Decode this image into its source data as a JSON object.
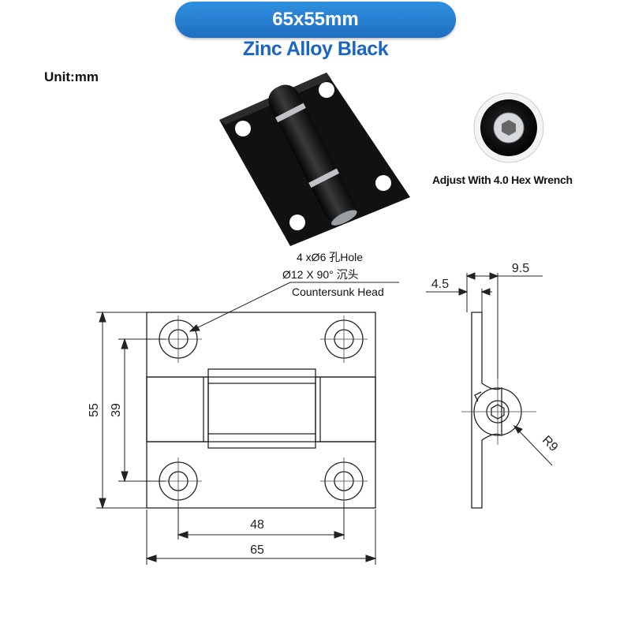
{
  "header": {
    "size_label": "65x55mm",
    "material_label": "Zinc Alloy Black"
  },
  "unit_label": "Unit:mm",
  "photo_caption": "Adjust With 4.0 Hex Wrench",
  "callout": {
    "line1": "4 xØ6 孔Hole",
    "line2": "Ø12 X 90° 沉头",
    "line3": "Countersunk Head"
  },
  "dimensions": {
    "height_outer": "55",
    "height_inner": "39",
    "width_inner": "48",
    "width_outer": "65",
    "side_thickness": "4.5",
    "side_offset": "9.5",
    "radius": "R9"
  },
  "colors": {
    "accent": "#1f6fc0",
    "subtitle": "#1a66c2",
    "line": "#222222"
  }
}
